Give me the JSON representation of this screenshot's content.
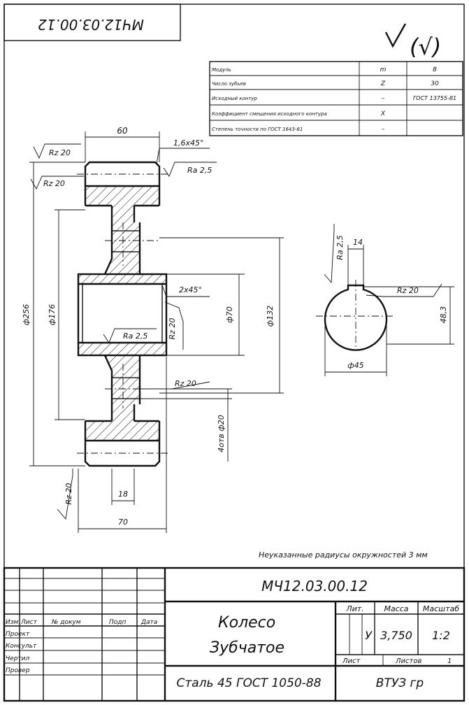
{
  "stamp_code": "МЧ12.03.00.12",
  "roughness_symbol": "(√)",
  "params_table": {
    "rows": [
      {
        "name": "Модуль",
        "symbol": "m",
        "value": "8"
      },
      {
        "name": "Число зубьев",
        "symbol": "Z",
        "value": "30"
      },
      {
        "name": "Исходный контур",
        "symbol": "–",
        "value": "ГОСТ 13755-81"
      },
      {
        "name": "Коэффициент смещения исходного контура",
        "symbol": "X",
        "value": ""
      },
      {
        "name": "Степень точности по ГОСТ 1643-81",
        "symbol": "–",
        "value": ""
      }
    ]
  },
  "dims": {
    "width_60": "60",
    "chamfer_1": "1,6x45°",
    "rz20_top": "Rz 20",
    "rz20_left": "Rz 20",
    "ra25_top": "Ra 2,5",
    "d256": "ф256",
    "d176": "ф176",
    "chamfer_2": "2x45°",
    "rz20_bore": "Rz 20",
    "d70": "ф70",
    "d132": "ф132",
    "ra25_bore": "Ra 2,5",
    "rz20_hub": "Rz 20",
    "holes": "4отв ф20",
    "rz20_bottom": "Rz 20",
    "w18": "18",
    "w70": "70",
    "keyway_14": "14",
    "ra25_key": "Ra 2,5",
    "rz20_section": "Rz 20",
    "d483": "48,3",
    "d45": "ф45"
  },
  "note": "Неуказанные радиусы окружностей 3 мм",
  "title_block": {
    "designation": "МЧ12.03.00.12",
    "name_line1": "Колесо",
    "name_line2": "Зубчатое",
    "material": "Сталь 45 ГОСТ 1050-88",
    "org": "ВТУЗ гр",
    "lit_label": "Лит.",
    "mass_label": "Масса",
    "scale_label": "Масштаб",
    "lit_value": "У",
    "mass_value": "3,750",
    "scale_value": "1:2",
    "sheet_label": "Лист",
    "sheets_label": "Листов",
    "sheets_value": "1",
    "col_headers": [
      "Изм",
      "Лист",
      "№ докум",
      "Подп",
      "Дата"
    ],
    "roles": [
      "Проект",
      "Консульт",
      "Чертил",
      "Провер"
    ]
  }
}
